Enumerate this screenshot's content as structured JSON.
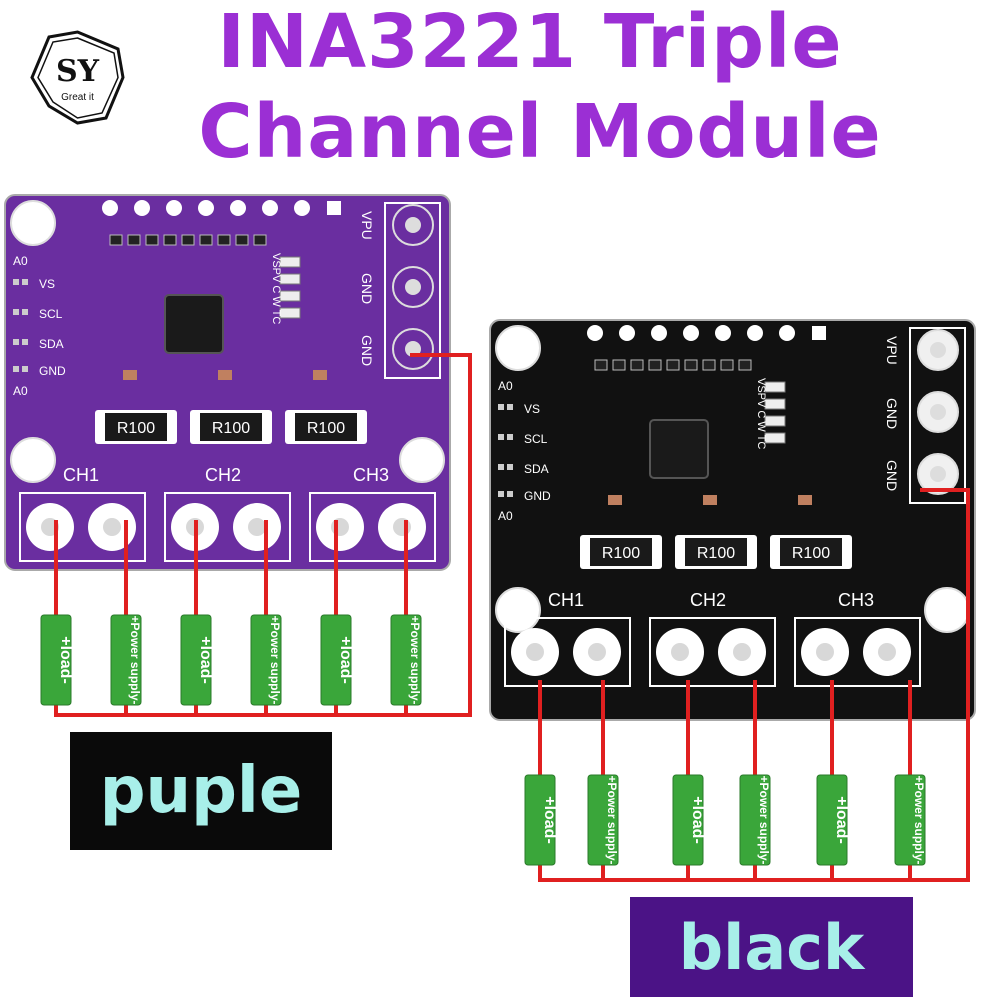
{
  "title": {
    "line1": "INA3221 Triple",
    "line2": "Channel Module"
  },
  "logo": {
    "letters": "SY",
    "tagline": "Great it"
  },
  "colors": {
    "title": "#9b2fd4",
    "purple_board": "#6a2ea0",
    "black_board": "#111111",
    "wire": "#e02020",
    "component": "#3aa63a"
  },
  "board_labels": {
    "side_pins": [
      "A0",
      "VS",
      "SCL",
      "SDA",
      "GND",
      "A0"
    ],
    "right_pins": [
      "VPU",
      "GND",
      "GND"
    ],
    "led_labels": "VSPV C W TC",
    "channels": [
      "CH1",
      "CH2",
      "CH3"
    ],
    "shunt": "R100"
  },
  "components": {
    "load": "+load-",
    "supply": "+Power supply-"
  },
  "variants": {
    "purple": "puple",
    "black": "black"
  }
}
